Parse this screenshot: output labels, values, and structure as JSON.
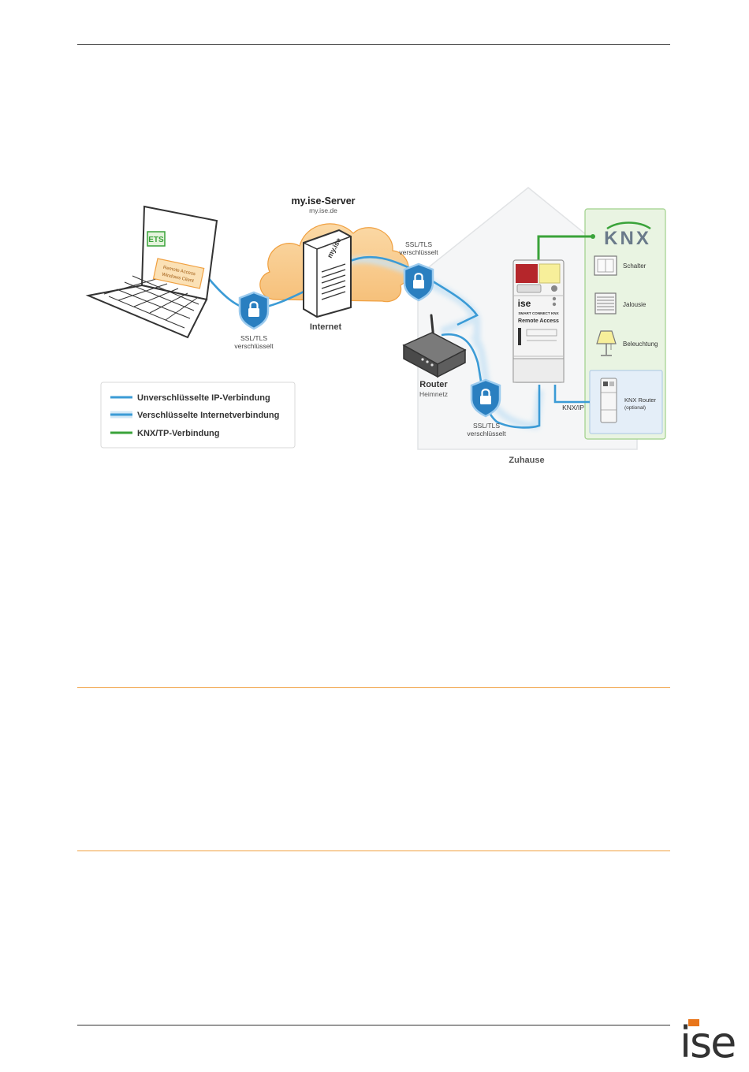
{
  "diagram": {
    "server_title": "my.ise-Server",
    "server_subtitle": "my.ise.de",
    "server_label": "my.ise",
    "internet_label": "Internet",
    "ssl_left_line1": "SSL/TLS",
    "ssl_left_line2": "verschlüsselt",
    "ssl_top_line1": "SSL/TLS",
    "ssl_top_line2": "verschlüsselt",
    "ssl_bottom_line1": "SSL/TLS",
    "ssl_bottom_line2": "verschlüsselt",
    "router_title": "Router",
    "router_subtitle": "Heimnetz",
    "ets_label": "ETS",
    "client_line1": "Remote Access",
    "client_line2": "Windows Client",
    "device_brand": "ise",
    "device_line1": "SMART CONNECT KNX",
    "device_line2": "Remote Access",
    "knx_ip_label": "KNX/IP",
    "knx_logo": "KNX",
    "schalter_label": "Schalter",
    "jalousie_label": "Jalousie",
    "beleuchtung_label": "Beleuchtung",
    "knx_router_line1": "KNX Router",
    "knx_router_line2": "(optional)",
    "home_label": "Zuhause",
    "legend": [
      {
        "label": "Unverschlüsselte IP-Verbindung",
        "color": "#3b9bd6"
      },
      {
        "label": "Verschlüsselte Internetverbindung",
        "color": "#3b9bd6"
      },
      {
        "label": "KNX/TP-Verbindung",
        "color": "#3aa33a"
      }
    ]
  },
  "footer": {
    "logo": "ise"
  },
  "colors": {
    "accent_orange": "#f0a040",
    "ip_blue": "#3b9bd6",
    "knx_green": "#3aa33a",
    "shield_blue": "#2a7fc0"
  }
}
